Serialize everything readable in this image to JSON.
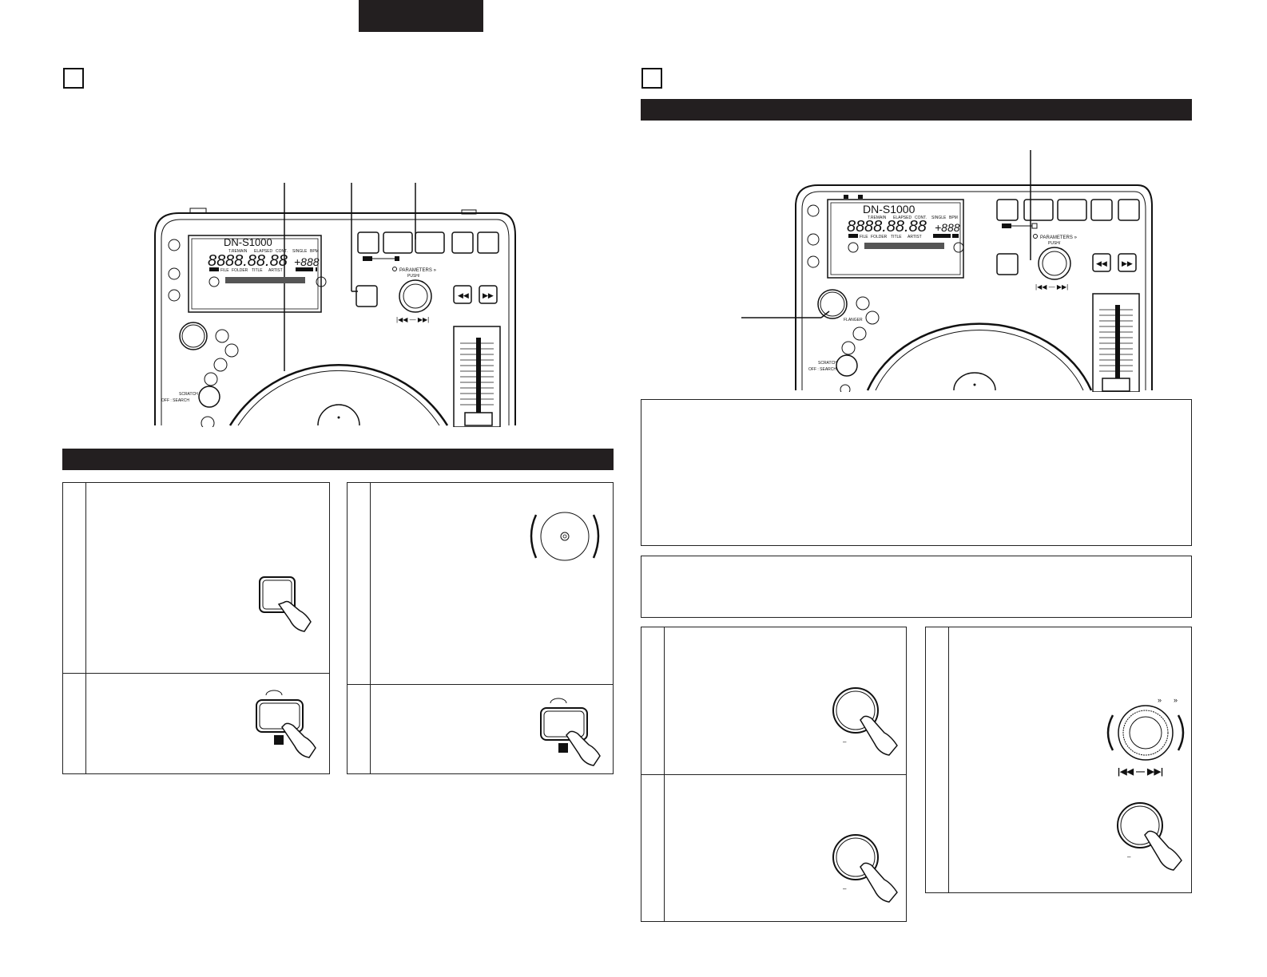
{
  "header": {
    "tab_color": "#231f20"
  },
  "device": {
    "model": "DN-S1000",
    "display_labels": [
      "T.REMAIN",
      "ELAPSED",
      "CONT.",
      "SINGLE",
      "BPM"
    ],
    "display_labels_right": [
      "T.REMAIN",
      "ELAPSED",
      "CONT.",
      "SINGLE",
      "BPM"
    ],
    "category_labels": [
      "FILE",
      "FOLDER",
      "TITLE",
      "ARTIST"
    ],
    "parameters_label": "PARAMETERS »",
    "push_label": "PUSH/",
    "scratch_label": "SCRATCH",
    "off_search_label": "OFF : SEARCH",
    "flanger_label": "FLANGER"
  },
  "icons": {
    "left_section_box": "square-outline-icon",
    "right_section_box": "square-outline-icon",
    "hand_press": "hand-press-icon",
    "disc": "cd-disc-icon",
    "jog": "jog-dial-icon"
  }
}
